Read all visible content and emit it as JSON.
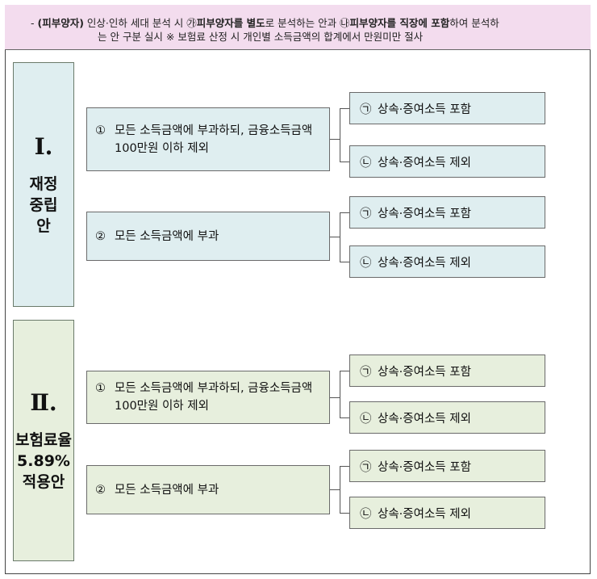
{
  "header": {
    "line1": {
      "prefix": "- ",
      "tag": "(피부양자)",
      "t1": " 인상·인하 세대 분석 시 ㉮",
      "b1": "피부양자를 별도",
      "t2": "로 분석하는 안과 ㉯",
      "b2": "피부양자를 직장에 포함",
      "t3": "하여 분석하"
    },
    "line2": "는 안 구분 실시  ※ 보험료 산정 시 개인별 소득금액의 합계에서 만원미만 절사"
  },
  "groups": [
    {
      "roman": "Ⅰ.",
      "name": "재정\n중립\n안",
      "options": [
        {
          "num": "①",
          "line1": "모든 소득금액에 부과하되, 금융소득금액",
          "line2": "100만원 이하 제외",
          "leaves": [
            {
              "mark": "㉠",
              "text": "상속·증여소득 포함"
            },
            {
              "mark": "㉡",
              "text": "상속·증여소득 제외"
            }
          ]
        },
        {
          "num": "②",
          "line1": "모든 소득금액에 부과",
          "line2": "",
          "leaves": [
            {
              "mark": "㉠",
              "text": "상속·증여소득 포함"
            },
            {
              "mark": "㉡",
              "text": "상속·증여소득 제외"
            }
          ]
        }
      ]
    },
    {
      "roman": "Ⅱ.",
      "name": "보험료율\n5.89%\n적용안",
      "options": [
        {
          "num": "①",
          "line1": "모든 소득금액에 부과하되, 금융소득금액",
          "line2": "100만원 이하 제외",
          "leaves": [
            {
              "mark": "㉠",
              "text": "상속·증여소득 포함"
            },
            {
              "mark": "㉡",
              "text": "상속·증여소득 제외"
            }
          ]
        },
        {
          "num": "②",
          "line1": "모든 소득금액에 부과",
          "line2": "",
          "leaves": [
            {
              "mark": "㉠",
              "text": "상속·증여소득 포함"
            },
            {
              "mark": "㉡",
              "text": "상속·증여소득 제외"
            }
          ]
        }
      ]
    }
  ],
  "colors": {
    "header_bg": "#f3dcee",
    "group1_bg": "#dfeef0",
    "group2_bg": "#e7efdd"
  }
}
